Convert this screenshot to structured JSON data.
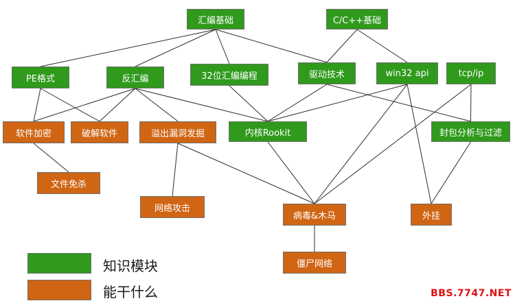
{
  "nodes": {
    "asm_basics": {
      "label": "汇编基础",
      "type": "knowledge"
    },
    "c_cpp_basics": {
      "label": "C/C++基础",
      "type": "knowledge"
    },
    "pe_format": {
      "label": "PE格式",
      "type": "knowledge"
    },
    "disassembly": {
      "label": "反汇编",
      "type": "knowledge"
    },
    "asm32": {
      "label": "32位汇编编程",
      "type": "knowledge"
    },
    "driver": {
      "label": "驱动技术",
      "type": "knowledge"
    },
    "win32api": {
      "label": "win32 api",
      "type": "knowledge"
    },
    "tcpip": {
      "label": "tcp/ip",
      "type": "knowledge"
    },
    "software_encryption": {
      "label": "软件加密",
      "type": "ability"
    },
    "software_cracking": {
      "label": "破解软件",
      "type": "ability"
    },
    "overflow_exploit": {
      "label": "溢出漏洞发掘",
      "type": "ability"
    },
    "kernel_rootkit": {
      "label": "内核Rookit",
      "type": "knowledge"
    },
    "packet_analysis": {
      "label": "封包分析与过滤",
      "type": "knowledge"
    },
    "file_av_evasion": {
      "label": "文件免杀",
      "type": "ability"
    },
    "network_attack": {
      "label": "网络攻击",
      "type": "ability"
    },
    "virus_trojan": {
      "label": "病毒&木马",
      "type": "ability"
    },
    "game_cheat": {
      "label": "外挂",
      "type": "ability"
    },
    "botnet": {
      "label": "僵尸网络",
      "type": "ability"
    }
  },
  "edges": [
    [
      "asm_basics",
      "pe_format"
    ],
    [
      "asm_basics",
      "disassembly"
    ],
    [
      "asm_basics",
      "asm32"
    ],
    [
      "asm_basics",
      "driver"
    ],
    [
      "c_cpp_basics",
      "driver"
    ],
    [
      "c_cpp_basics",
      "win32api"
    ],
    [
      "pe_format",
      "software_encryption"
    ],
    [
      "pe_format",
      "software_cracking"
    ],
    [
      "disassembly",
      "software_encryption"
    ],
    [
      "disassembly",
      "software_cracking"
    ],
    [
      "disassembly",
      "overflow_exploit"
    ],
    [
      "disassembly",
      "kernel_rootkit"
    ],
    [
      "asm32",
      "kernel_rootkit"
    ],
    [
      "driver",
      "kernel_rootkit"
    ],
    [
      "driver",
      "packet_analysis"
    ],
    [
      "win32api",
      "kernel_rootkit"
    ],
    [
      "win32api",
      "virus_trojan"
    ],
    [
      "win32api",
      "game_cheat"
    ],
    [
      "tcpip",
      "packet_analysis"
    ],
    [
      "tcpip",
      "virus_trojan"
    ],
    [
      "software_encryption",
      "file_av_evasion"
    ],
    [
      "overflow_exploit",
      "network_attack"
    ],
    [
      "overflow_exploit",
      "virus_trojan"
    ],
    [
      "kernel_rootkit",
      "virus_trojan"
    ],
    [
      "packet_analysis",
      "game_cheat"
    ],
    [
      "virus_trojan",
      "botnet"
    ]
  ],
  "legend": {
    "knowledge": {
      "label": "知识模块",
      "color": "#2f9a1c"
    },
    "ability": {
      "label": "能干什么",
      "color": "#d06514"
    }
  },
  "watermark": "BBS.7747.NET"
}
